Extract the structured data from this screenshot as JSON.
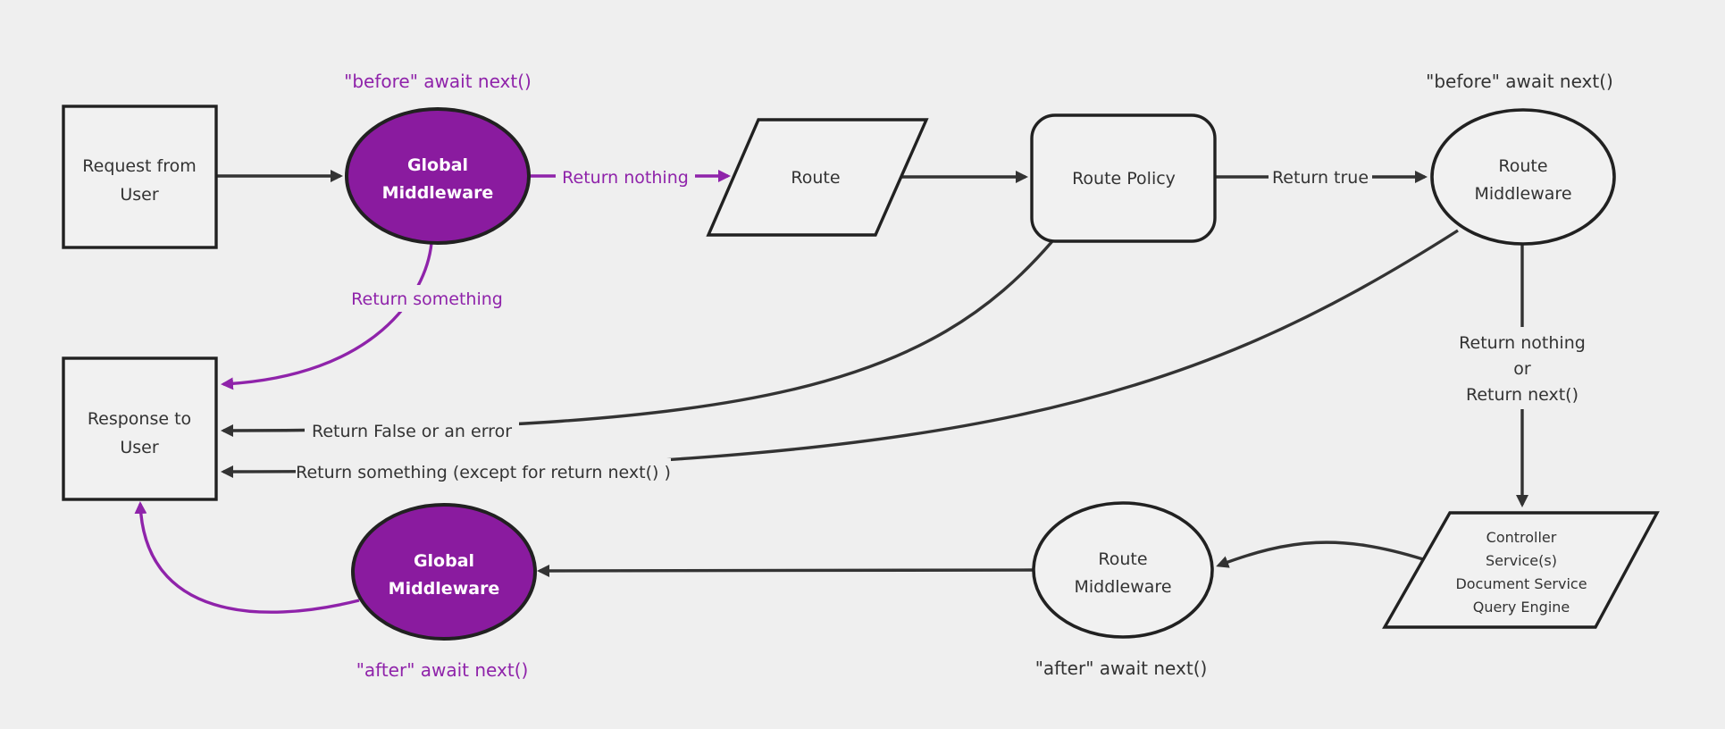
{
  "colors": {
    "background": "#efefef",
    "node_fill": "#f1f1f1",
    "node_stroke": "#212121",
    "edge": "#333333",
    "text": "#333333",
    "purple_fill": "#8a1b9f",
    "purple_accent": "#8f23aa",
    "white_text": "#ffffff"
  },
  "nodes": {
    "request_from_user": {
      "lines": [
        "Request from",
        "User"
      ]
    },
    "global_middleware_top": {
      "lines": [
        "Global",
        "Middleware"
      ]
    },
    "route": {
      "label": "Route"
    },
    "route_policy": {
      "label": "Route Policy"
    },
    "route_middleware_top": {
      "lines": [
        "Route",
        "Middleware"
      ]
    },
    "controller_services": {
      "lines": [
        "Controller",
        "Service(s)",
        "Document Service",
        "Query Engine"
      ]
    },
    "route_middleware_bottom": {
      "lines": [
        "Route",
        "Middleware"
      ]
    },
    "global_middleware_bottom": {
      "lines": [
        "Global",
        "Middleware"
      ]
    },
    "response_to_user": {
      "lines": [
        "Response to",
        "User"
      ]
    }
  },
  "annotations": {
    "before_await_next_global": "\"before\" await next()",
    "before_await_next_route": "\"before\" await next()",
    "after_await_next_route": "\"after\" await next()",
    "after_await_next_global": "\"after\" await next()"
  },
  "edge_labels": {
    "return_nothing": "Return nothing",
    "return_true": "Return true",
    "return_something": "Return something",
    "return_false_or_error": "Return False or an error",
    "return_something_except": "Return something (except for return next() )",
    "return_nothing_or": {
      "lines": [
        "Return nothing",
        "or",
        "Return next()"
      ]
    }
  }
}
